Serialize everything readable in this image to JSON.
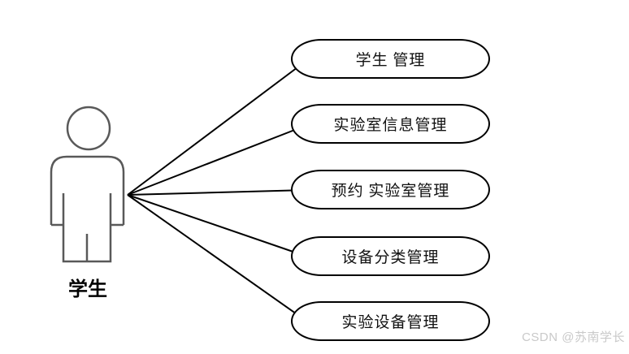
{
  "diagram": {
    "type": "use-case-diagram",
    "actor": {
      "label": "学生"
    },
    "use_cases": [
      {
        "label": "学生 管理"
      },
      {
        "label": "实验室信息管理"
      },
      {
        "label": "预约 实验室管理"
      },
      {
        "label": "设备分类管理"
      },
      {
        "label": "实验设备管理"
      }
    ],
    "connections": [
      {
        "from": "学生",
        "to": "学生 管理"
      },
      {
        "from": "学生",
        "to": "实验室信息管理"
      },
      {
        "from": "学生",
        "to": "预约 实验室管理"
      },
      {
        "from": "学生",
        "to": "设备分类管理"
      },
      {
        "from": "学生",
        "to": "实验设备管理"
      }
    ]
  },
  "watermark": {
    "text": "CSDN @苏南学长"
  },
  "colors": {
    "background": "#ffffff",
    "node_border": "#000000",
    "node_fill": "#ffffff",
    "connector": "#000000",
    "actor_stroke": "#595959",
    "text": "#111111",
    "watermark": "#c9c9c9"
  }
}
